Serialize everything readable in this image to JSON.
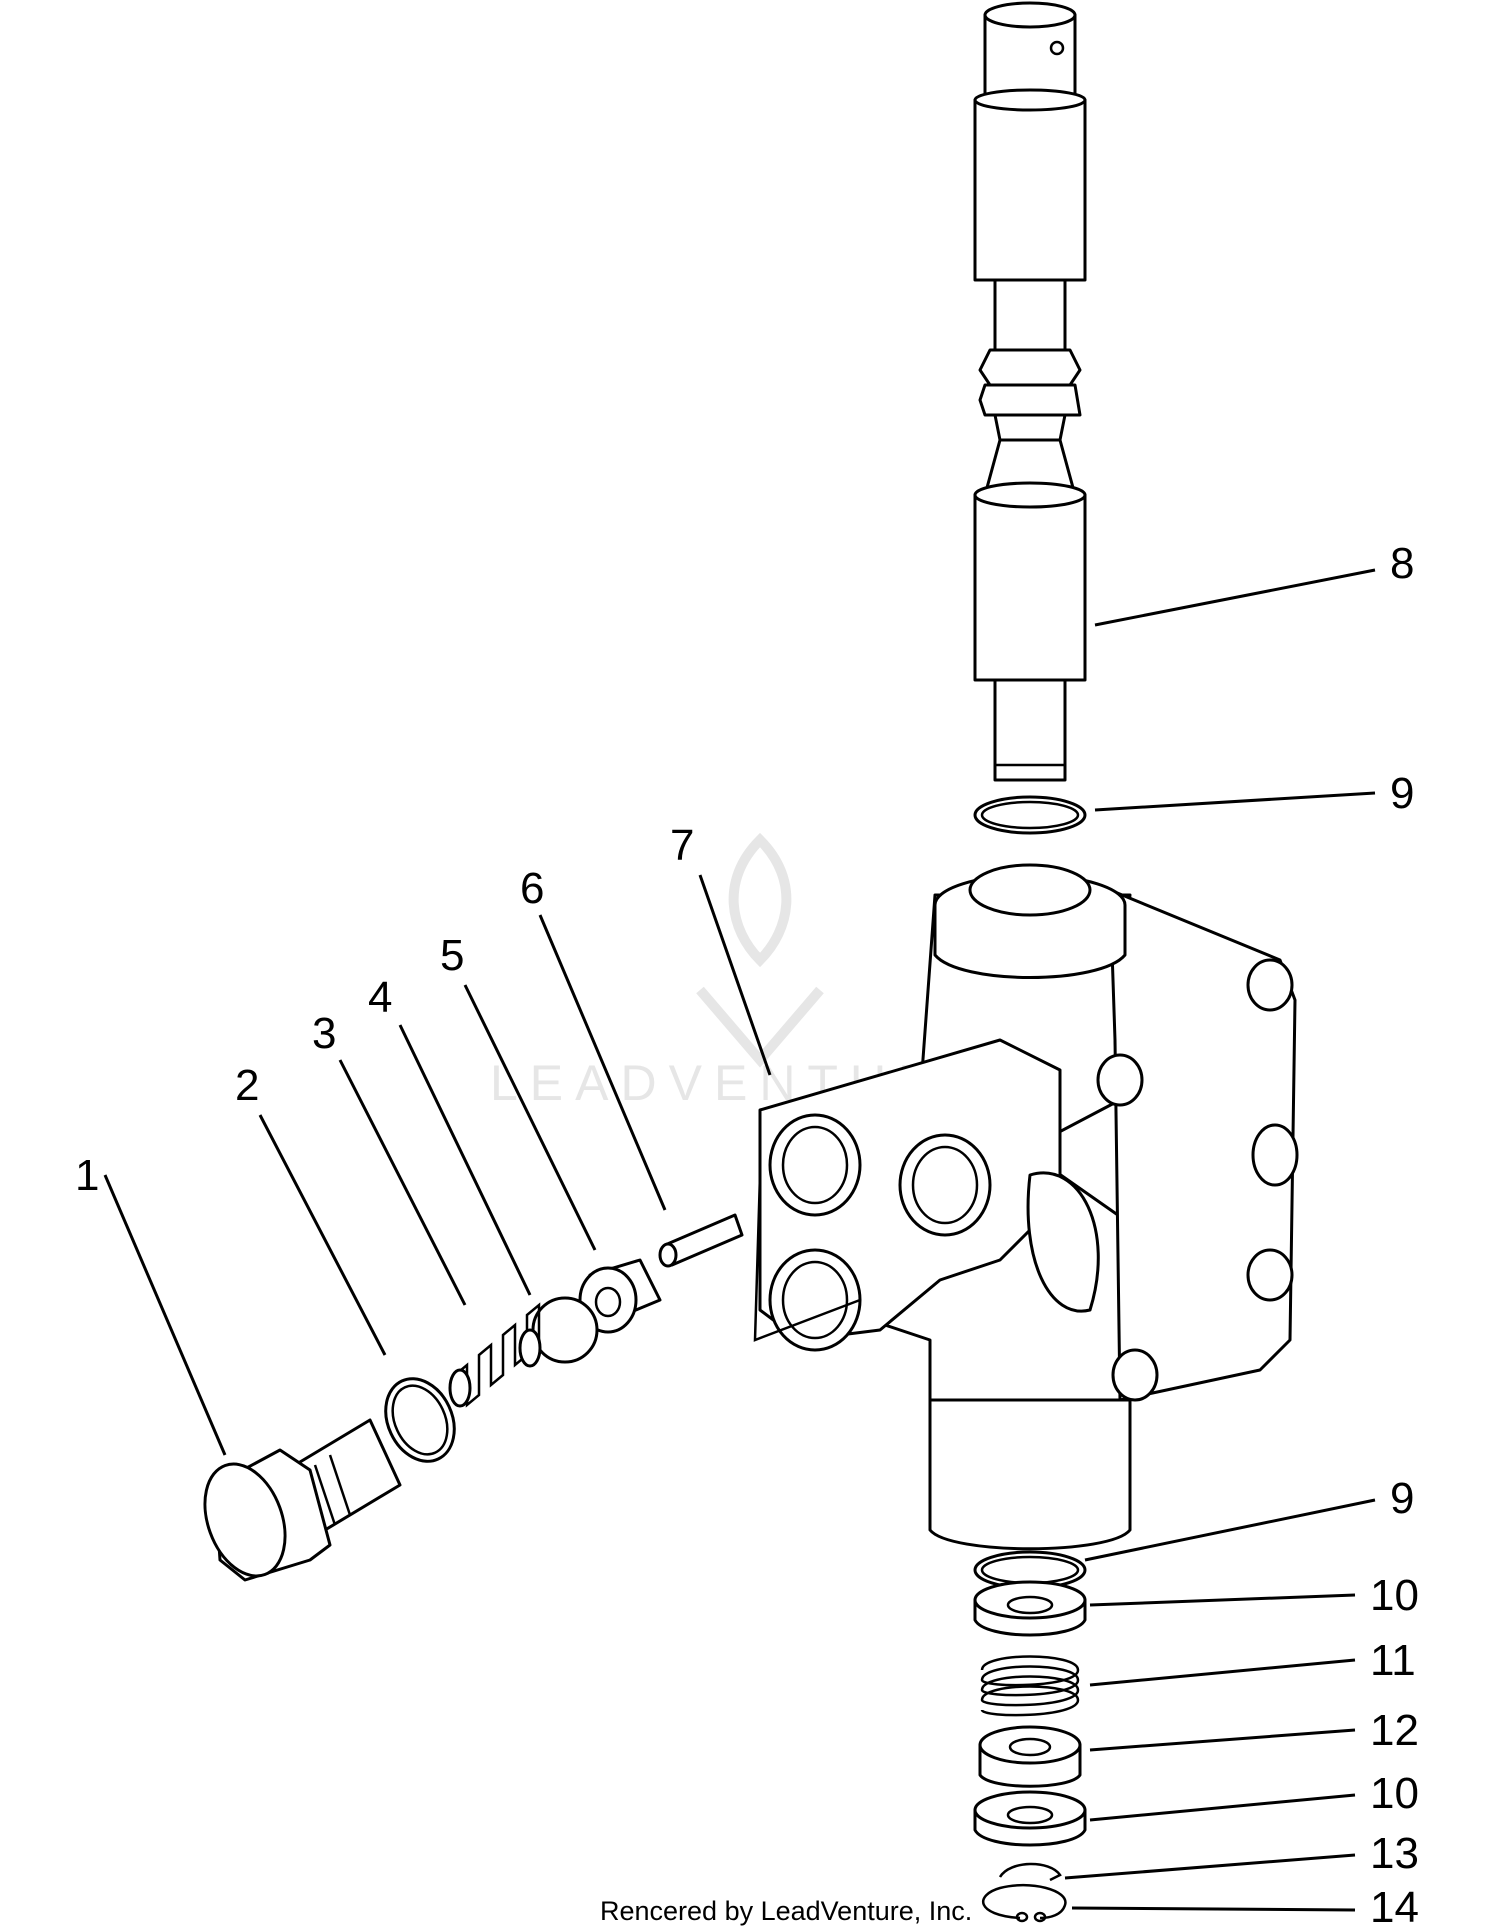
{
  "callouts": [
    {
      "id": "c1",
      "label": "1"
    },
    {
      "id": "c2",
      "label": "2"
    },
    {
      "id": "c3",
      "label": "3"
    },
    {
      "id": "c4",
      "label": "4"
    },
    {
      "id": "c5",
      "label": "5"
    },
    {
      "id": "c6",
      "label": "6"
    },
    {
      "id": "c7",
      "label": "7"
    },
    {
      "id": "c8",
      "label": "8"
    },
    {
      "id": "c9a",
      "label": "9"
    },
    {
      "id": "c9b",
      "label": "9"
    },
    {
      "id": "c10a",
      "label": "10"
    },
    {
      "id": "c11",
      "label": "11"
    },
    {
      "id": "c12",
      "label": "12"
    },
    {
      "id": "c10b",
      "label": "10"
    },
    {
      "id": "c13",
      "label": "13"
    },
    {
      "id": "c14",
      "label": "14"
    }
  ],
  "watermark": "LEADVENTURE",
  "footer": "Rencered by LeadVenture, Inc.",
  "colors": {
    "line": "#000000",
    "background": "#ffffff",
    "watermark": "#e6e6e6"
  }
}
